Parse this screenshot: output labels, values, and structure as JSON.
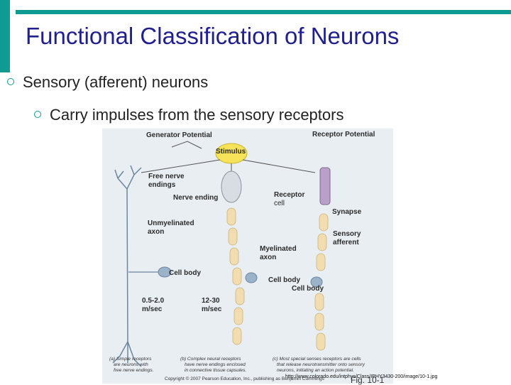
{
  "slide": {
    "title": "Functional Classification of Neurons",
    "bullet_level1": "Sensory (afferent) neurons",
    "bullet_level2": "Carry impulses from the sensory receptors",
    "colors": {
      "accent": "#0f9b91",
      "title": "#1f1f8f",
      "figure_bg": "#e9eef2",
      "axon_myelin": "#f2ddb0",
      "neuron_blue": "#9ab3c8",
      "stimulus": "#f7e35a",
      "receptor_cell": "#b9a0c8"
    }
  },
  "figure": {
    "labels": {
      "generator_potential": "Generator Potential",
      "receptor_potential": "Receptor Potential",
      "stimulus": "Stimulus",
      "free_nerve_endings_1": "Free nerve",
      "free_nerve_endings_2": "endings",
      "nerve_ending": "Nerve ending",
      "receptor_1": "Receptor",
      "receptor_2": "cell",
      "synapse": "Synapse",
      "unmyelinated_1": "Unmyelinated",
      "unmyelinated_2": "axon",
      "sensory_afferent_1": "Sensory",
      "sensory_afferent_2": "afferent",
      "myelinated_1": "Myelinated",
      "myelinated_2": "axon",
      "cell_body_a": "Cell body",
      "cell_body_b": "Cell body",
      "cell_body_c": "Cell body",
      "speed_a_1": "0.5-2.0",
      "speed_a_2": "m/sec",
      "speed_b_1": "12-30",
      "speed_b_2": "m/sec"
    },
    "captions": {
      "a_1": "(a) Simple receptors",
      "a_2": "are neurons with",
      "a_3": "free nerve endings.",
      "b_1": "(b) Complex neural receptors",
      "b_2": "have nerve endings enclosed",
      "b_3": "in connective tissue capsules.",
      "c_1": "(c) Most special senses receptors are cells",
      "c_2": "that release neurotransmitter onto sensory",
      "c_3": "neurons, initiating an action potential."
    },
    "copyright": "Copyright © 2007 Pearson Education, Inc., publishing as Benjamin Cummings",
    "fig_label": "Fig. 10-1",
    "url": "http://www.colorado.edu/intphys/Class/IPHY3430-200/image/10-1.jpg"
  }
}
